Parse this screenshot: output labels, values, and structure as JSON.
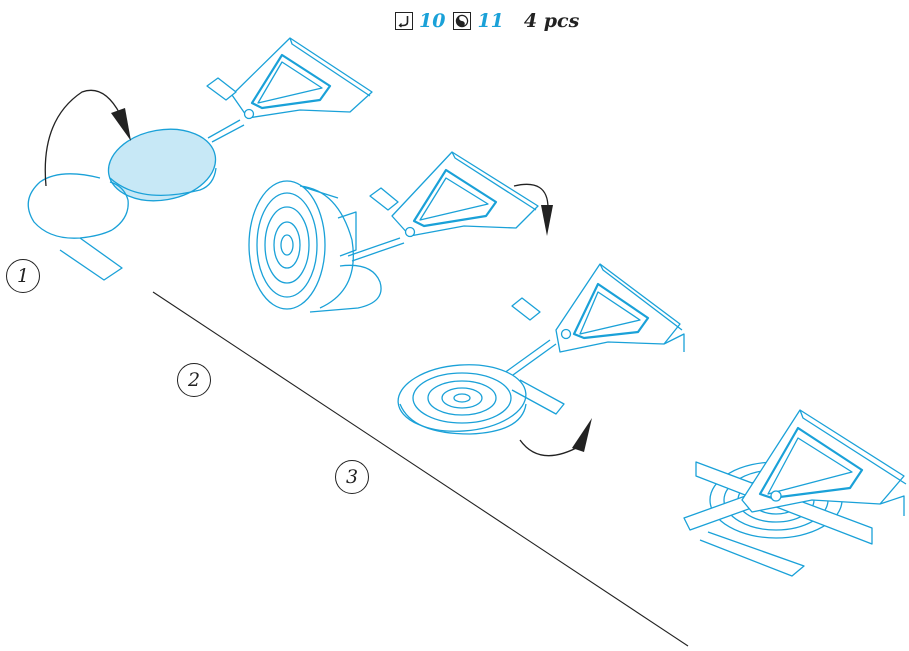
{
  "header": {
    "fold_icon": "fold-mountain-icon",
    "fold_count": "10",
    "yinyang_icon": "yin-yang-icon",
    "yinyang_count": "11",
    "pieces": "4 pcs"
  },
  "steps": [
    {
      "label": "1"
    },
    {
      "label": "2"
    },
    {
      "label": "3"
    }
  ],
  "colors": {
    "line": "#1aa1d8",
    "fill": "#c7e8f6",
    "ink": "#222222"
  }
}
